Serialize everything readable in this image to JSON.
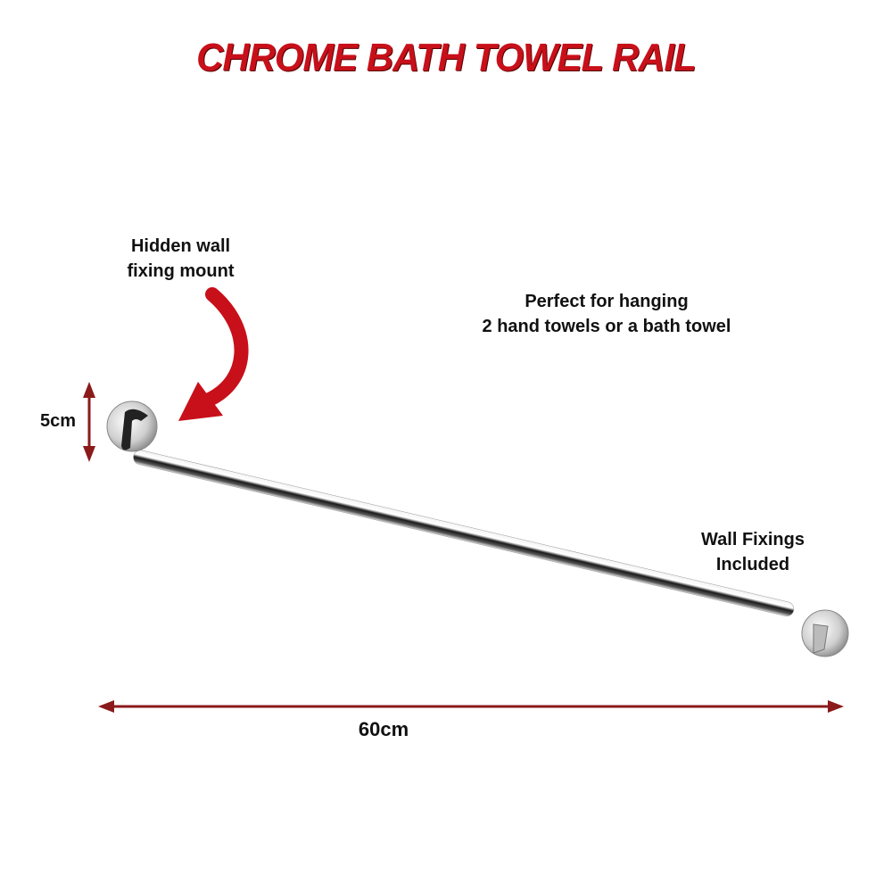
{
  "title": "CHROME BATH TOWEL RAIL",
  "labels": {
    "mount_line1": "Hidden wall",
    "mount_line2": "fixing mount",
    "usage_line1": "Perfect for hanging",
    "usage_line2": "2 hand towels or a bath towel",
    "fixings_line1": "Wall Fixings",
    "fixings_line2": "Included",
    "height": "5cm",
    "width": "60cm"
  },
  "colors": {
    "accent": "#b3101a",
    "dimension": "#8b1a1a",
    "text": "#111111"
  }
}
